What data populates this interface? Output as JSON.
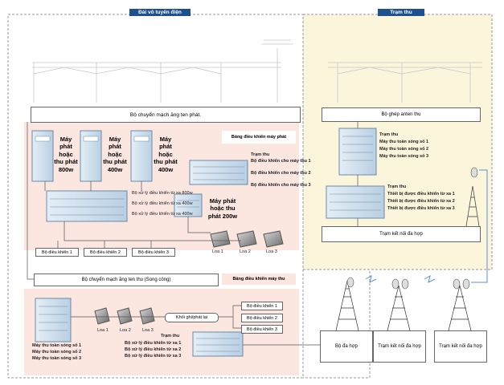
{
  "regions": {
    "transmitter_station_title": "Đài vô tuyến điện",
    "receiver_station_title": "Trạm thu"
  },
  "transmitter": {
    "antenna_switch": "Bộ chuyển mạch ăng ten phát.",
    "tx_800": "Máy phát hoặc thu phát 800w",
    "tx_400a": "Máy phát hoặc thu phát 400w",
    "tx_400b": "Máy phát hoặc thu phát 400w",
    "tx_200": "Máy phát hoặc thu phát 200w",
    "remote_processors": [
      "Bộ xử lý điều khiển từ xa 800w",
      "Bộ xử lý điều khiển từ xa 400w",
      "Bộ xử lý điều khiển từ xa 400w"
    ],
    "tx_control_panel": "Bảng điều khiển máy phát",
    "receiver_side_title": "Trạm thu",
    "receiver_side_items": [
      "Bộ điều khiển cho máy thu 1",
      "Bộ điều khiển cho máy thu 2",
      "Bộ điều khiển cho máy thu 3"
    ],
    "controllers": [
      "Bộ điều khiển 1",
      "Bộ điều khiển 2",
      "Bộ điều khiển 3"
    ],
    "speakers": [
      "Loa 1",
      "Loa 2",
      "Loa 3"
    ]
  },
  "receiving_section": {
    "antenna_switch": "Bộ chuyển mạch ăng ten thu (Song công)",
    "rx_control_panel": "Bảng điều khiển máy thu",
    "receivers": [
      "Máy thu toàn sóng số 1",
      "Máy thu toàn sóng số 2",
      "Máy thu toàn sóng số 3"
    ],
    "speakers": [
      "Loa 1",
      "Loa 2",
      "Loa 3"
    ],
    "recorder": "Khối ghi/phát lại",
    "controllers": [
      "Bộ điều khiển 1",
      "Bộ điều khiển 2",
      "Bộ điều khiển 3"
    ],
    "station_title": "Trạm thu",
    "station_items": [
      "Bộ xử lý điều khiển từ xa 1",
      "Bộ xử lý điều khiển từ xa 2",
      "Bộ xử lý điều khiển từ xa 3"
    ]
  },
  "receiver_station": {
    "antenna_coupler": "Bộ ghép anten thu",
    "rack_title": "Trạm thu",
    "rack_items": [
      "Máy thu toàn sóng số 1",
      "Máy thu toàn sóng số 2",
      "Máy thu toàn sóng số 3"
    ],
    "remote_title": "Trạm thu",
    "remote_items": [
      "Thiết bị được điều khiển từ xa 1",
      "Thiết bị được điều khiển từ xa 2",
      "Thiết bị được điều khiển từ xa 3"
    ],
    "connection_terminal": "Trạm kết nối đa hợp"
  },
  "network": {
    "multiplexer": "Bộ đa hợp",
    "relay_1": "Trạm kết nối đa hợp",
    "relay_2": "Trạm kết nối đa hợp"
  },
  "colors": {
    "title_tag": "#1e4f8f",
    "receiver_station_bg": "#fbf5dc",
    "panel_pink": "#fbe6e0",
    "equipment_blue": "#cfe0ee",
    "link_blue": "#5b8fd6"
  }
}
